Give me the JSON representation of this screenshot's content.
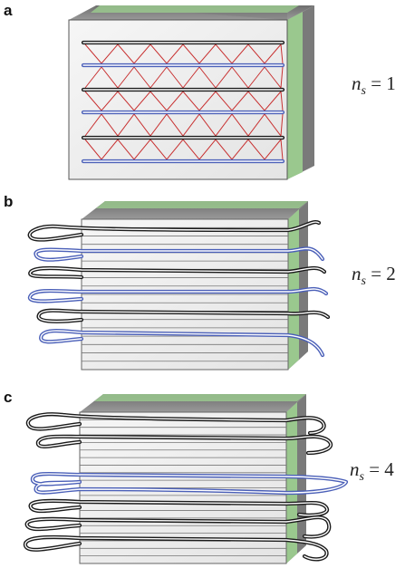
{
  "panels": [
    {
      "letter": "a",
      "ns_symbol": "n",
      "ns_sub": "s",
      "ns_rest": " = 1"
    },
    {
      "letter": "b",
      "ns_symbol": "n",
      "ns_sub": "s",
      "ns_rest": " = 2"
    },
    {
      "letter": "c",
      "ns_symbol": "n",
      "ns_sub": "s",
      "ns_rest": " = 4"
    }
  ],
  "colors": {
    "black_strand": "#1a1a1a",
    "blue_strand": "#4a5fb8",
    "crosslink": "#c83030",
    "block_face": "#efefef",
    "block_top": "#8a8a8a",
    "block_side_green": "#9ac88e",
    "block_side_dark": "#777777"
  }
}
